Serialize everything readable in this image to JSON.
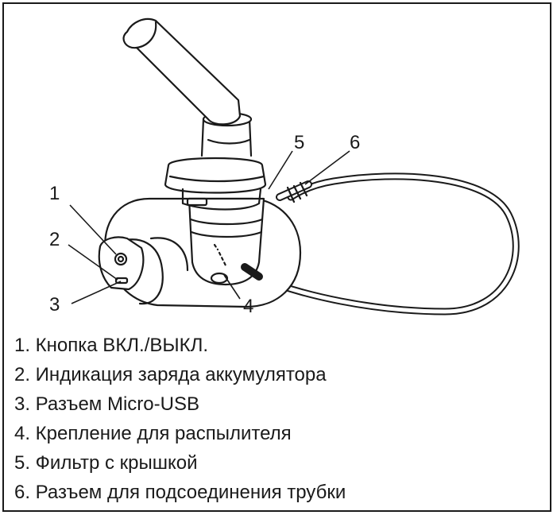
{
  "callouts": [
    "1",
    "2",
    "3",
    "4",
    "5",
    "6"
  ],
  "legend": [
    "1. Кнопка ВКЛ./ВЫКЛ.",
    "2. Индикация заряда аккумулятора",
    "3. Разъем Micro-USB",
    "4. Крепление для распылителя",
    "5. Фильтр с крышкой",
    "6. Разъем для подсоединения трубки"
  ]
}
